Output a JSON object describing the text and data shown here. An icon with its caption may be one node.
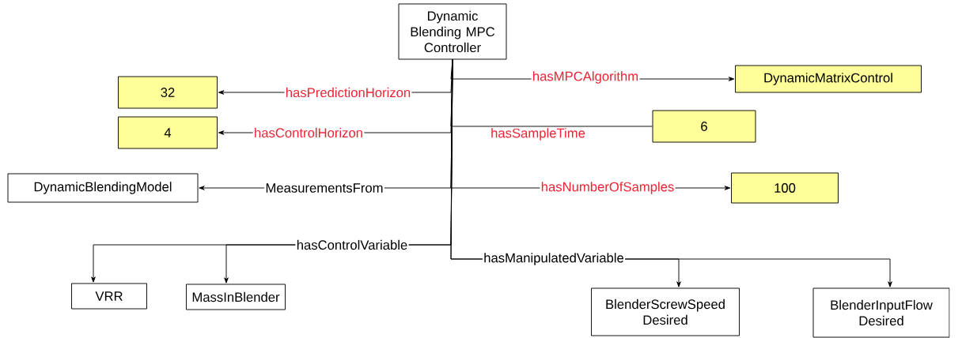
{
  "diagram": {
    "nodes": [
      {
        "text": [
          "Dynamic Blending MPC Controller"
        ]
      },
      {
        "text": [
          "32"
        ]
      },
      {
        "text": [
          "4"
        ]
      },
      {
        "text": [
          "DynamicBlendingModel"
        ]
      },
      {
        "text": [
          "VRR"
        ]
      },
      {
        "text": [
          "MassInBlender"
        ]
      },
      {
        "text": [
          "DynamicMatrixControl"
        ]
      },
      {
        "text": [
          "6"
        ]
      },
      {
        "text": [
          "100"
        ]
      },
      {
        "text": [
          "BlenderScrewSpeed Desired"
        ]
      },
      {
        "text": [
          "BlenderInputFlow Desired"
        ]
      }
    ],
    "edges": [
      {
        "from": 0,
        "to": 1,
        "arrow": "to",
        "label": "hasPredictionHorizon"
      },
      {
        "from": 0,
        "to": 2,
        "arrow": "to",
        "label": "hasControlHorizon"
      },
      {
        "from": 0,
        "to": 3,
        "arrow": "to",
        "label": "MeasurementsFrom"
      },
      {
        "from": 0,
        "to": 4,
        "arrow": "to",
        "label": "hasControlVariable"
      },
      {
        "from": 0,
        "to": 5,
        "arrow": "to"
      },
      {
        "from": 0,
        "to": 6,
        "arrow": "to",
        "label": "hasMPCAlgorithm"
      },
      {
        "from": 0,
        "to": 7,
        "arrow": "none",
        "label": "hasSampleTime"
      },
      {
        "from": 0,
        "to": 8,
        "arrow": "to",
        "label": "hasNumberOfSamples"
      },
      {
        "from": 0,
        "to": 9,
        "arrow": "to",
        "label": "hasManipulatedVariable"
      },
      {
        "from": 0,
        "to": 10,
        "arrow": "to"
      }
    ]
  }
}
